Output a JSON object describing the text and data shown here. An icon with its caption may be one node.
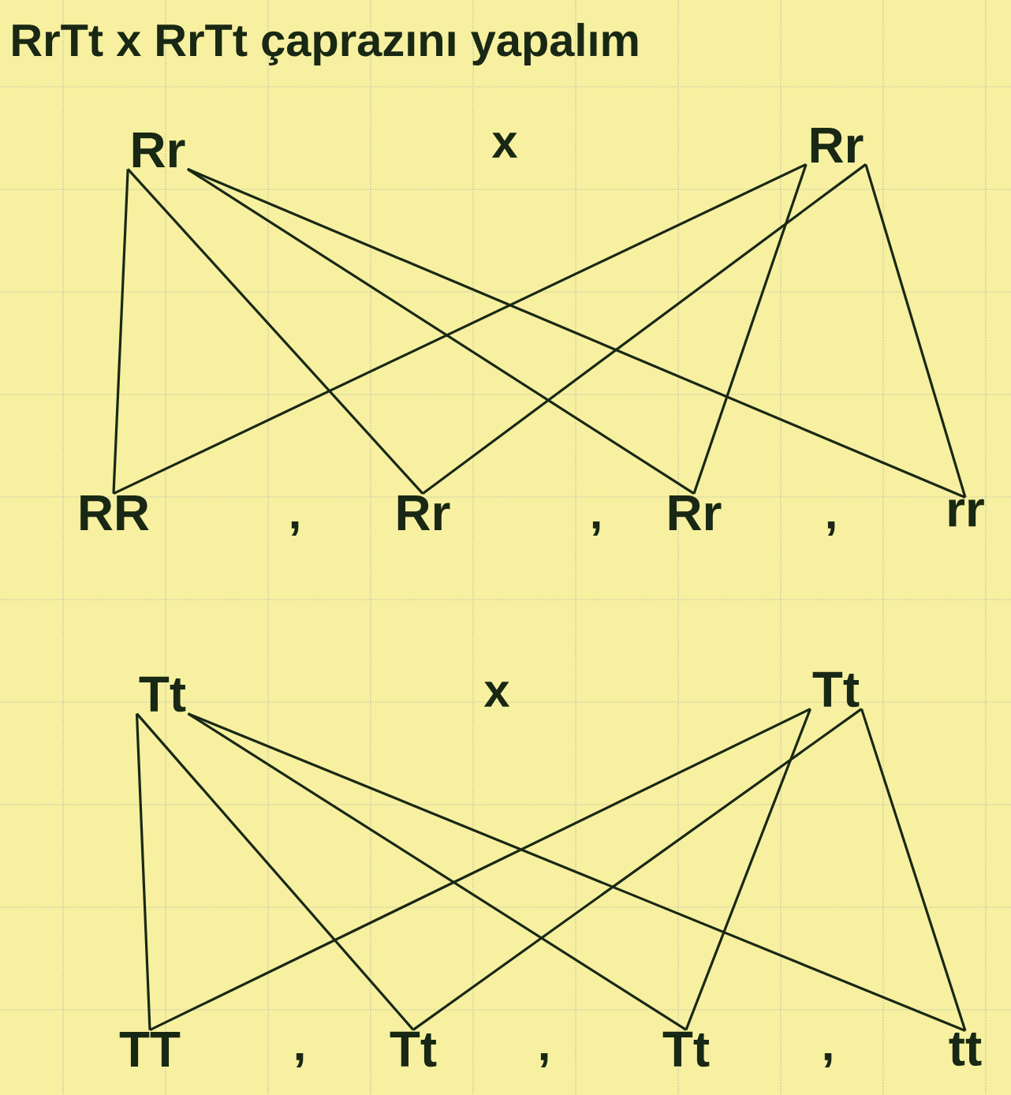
{
  "diagram": {
    "title": "RrTt x RrTt çaprazını yapalım",
    "nodes": [
      {
        "text": [
          "Rr"
        ]
      },
      {
        "text": [
          "Rr"
        ]
      },
      {
        "text": [
          "RR"
        ]
      },
      {
        "text": [
          "Rr"
        ]
      },
      {
        "text": [
          "Rr"
        ]
      },
      {
        "text": [
          "rr"
        ]
      },
      {
        "text": [
          "Tt"
        ]
      },
      {
        "text": [
          "Tt"
        ]
      },
      {
        "text": [
          "TT"
        ]
      },
      {
        "text": [
          "Tt"
        ]
      },
      {
        "text": [
          "Tt"
        ]
      },
      {
        "text": [
          "tt"
        ]
      }
    ],
    "edges": [
      {
        "from": 0,
        "to": 2,
        "arrow": "none"
      },
      {
        "from": 0,
        "to": 3,
        "arrow": "none"
      },
      {
        "from": 0,
        "to": 4,
        "arrow": "none"
      },
      {
        "from": 0,
        "to": 5,
        "arrow": "none"
      },
      {
        "from": 1,
        "to": 2,
        "arrow": "none"
      },
      {
        "from": 1,
        "to": 4,
        "arrow": "none"
      },
      {
        "from": 1,
        "to": 3,
        "arrow": "none"
      },
      {
        "from": 1,
        "to": 5,
        "arrow": "none"
      },
      {
        "from": 6,
        "to": 8,
        "arrow": "none"
      },
      {
        "from": 6,
        "to": 9,
        "arrow": "none"
      },
      {
        "from": 6,
        "to": 10,
        "arrow": "none"
      },
      {
        "from": 6,
        "to": 11,
        "arrow": "none"
      },
      {
        "from": 7,
        "to": 8,
        "arrow": "none"
      },
      {
        "from": 7,
        "to": 10,
        "arrow": "none"
      },
      {
        "from": 7,
        "to": 9,
        "arrow": "none"
      },
      {
        "from": 7,
        "to": 11,
        "arrow": "none"
      }
    ],
    "labels": [
      "x",
      ",",
      ",",
      ",",
      "x",
      ",",
      ",",
      ","
    ]
  }
}
